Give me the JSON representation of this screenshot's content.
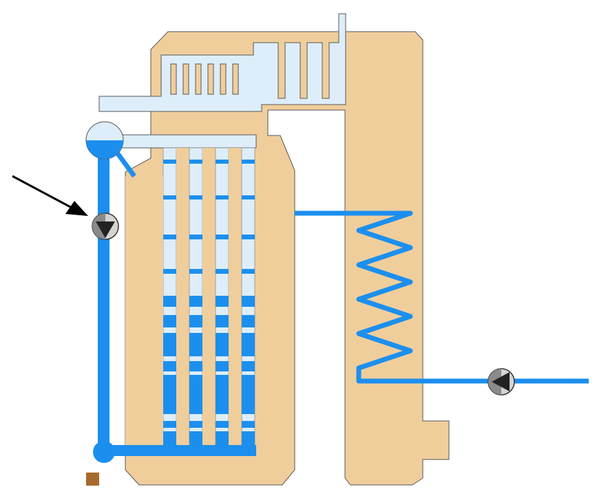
{
  "colors": {
    "background": "#ffffff",
    "casing": "#f0ce9c",
    "steam": "#ddeefa",
    "water": "#1c8fee",
    "outline": "#555555",
    "pump_dark": "#222222",
    "pump_light": "#d4d4d4",
    "arrow": "#000000",
    "marker": "#a86a2c"
  },
  "icons": {
    "drum": "steam-drum-icon",
    "lower_header": "lower-header-icon",
    "circulation_pump": "circulation-pump-icon",
    "feed_pump": "feedwater-pump-icon",
    "pointer": "arrow-icon",
    "marker": "square-marker-icon"
  },
  "circulation": {
    "riser_count": 4,
    "water_fraction_by_riser": [
      0.6,
      0.6,
      0.6,
      0.6
    ]
  }
}
